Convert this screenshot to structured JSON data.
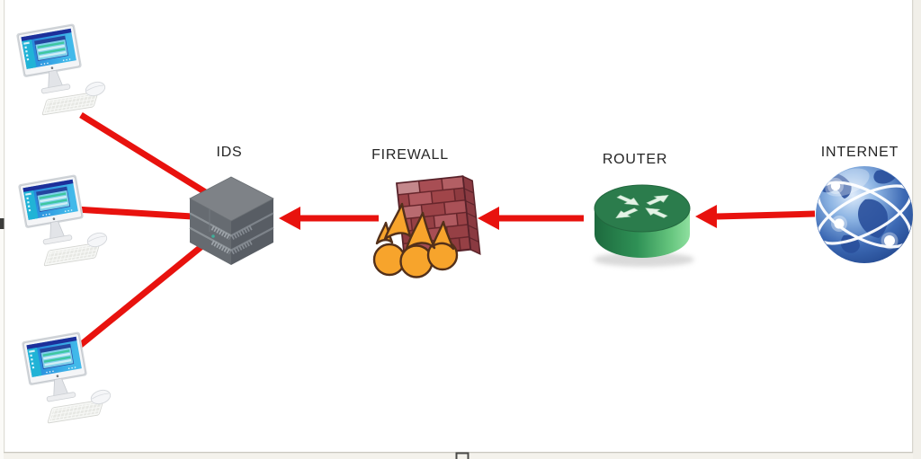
{
  "diagram": {
    "type": "network-security-topology",
    "nodes": [
      {
        "id": "workstation-1",
        "type": "computer",
        "label": ""
      },
      {
        "id": "workstation-2",
        "type": "computer",
        "label": ""
      },
      {
        "id": "workstation-3",
        "type": "computer",
        "label": ""
      },
      {
        "id": "ids",
        "type": "server-stack",
        "label": "IDS"
      },
      {
        "id": "firewall",
        "type": "brick-wall-flame",
        "label": "FIREWALL"
      },
      {
        "id": "router",
        "type": "cylinder-router",
        "label": "ROUTER"
      },
      {
        "id": "internet",
        "type": "globe",
        "label": "INTERNET"
      }
    ],
    "edges": [
      {
        "from": "internet",
        "to": "router",
        "style": "red-arrow",
        "direction": "left"
      },
      {
        "from": "router",
        "to": "firewall",
        "style": "red-arrow",
        "direction": "left"
      },
      {
        "from": "firewall",
        "to": "ids",
        "style": "red-arrow",
        "direction": "left"
      },
      {
        "from": "ids",
        "to": "workstation-1",
        "style": "red-line"
      },
      {
        "from": "ids",
        "to": "workstation-2",
        "style": "red-line"
      },
      {
        "from": "ids",
        "to": "workstation-3",
        "style": "red-line"
      }
    ],
    "colors": {
      "connection_red": "#e8120e",
      "router_green": "#2b7c4c",
      "globe_blue": "#2f5fae",
      "brick_red": "#a84e54",
      "flame_orange": "#f7a42c",
      "server_gray": "#666b71"
    }
  }
}
